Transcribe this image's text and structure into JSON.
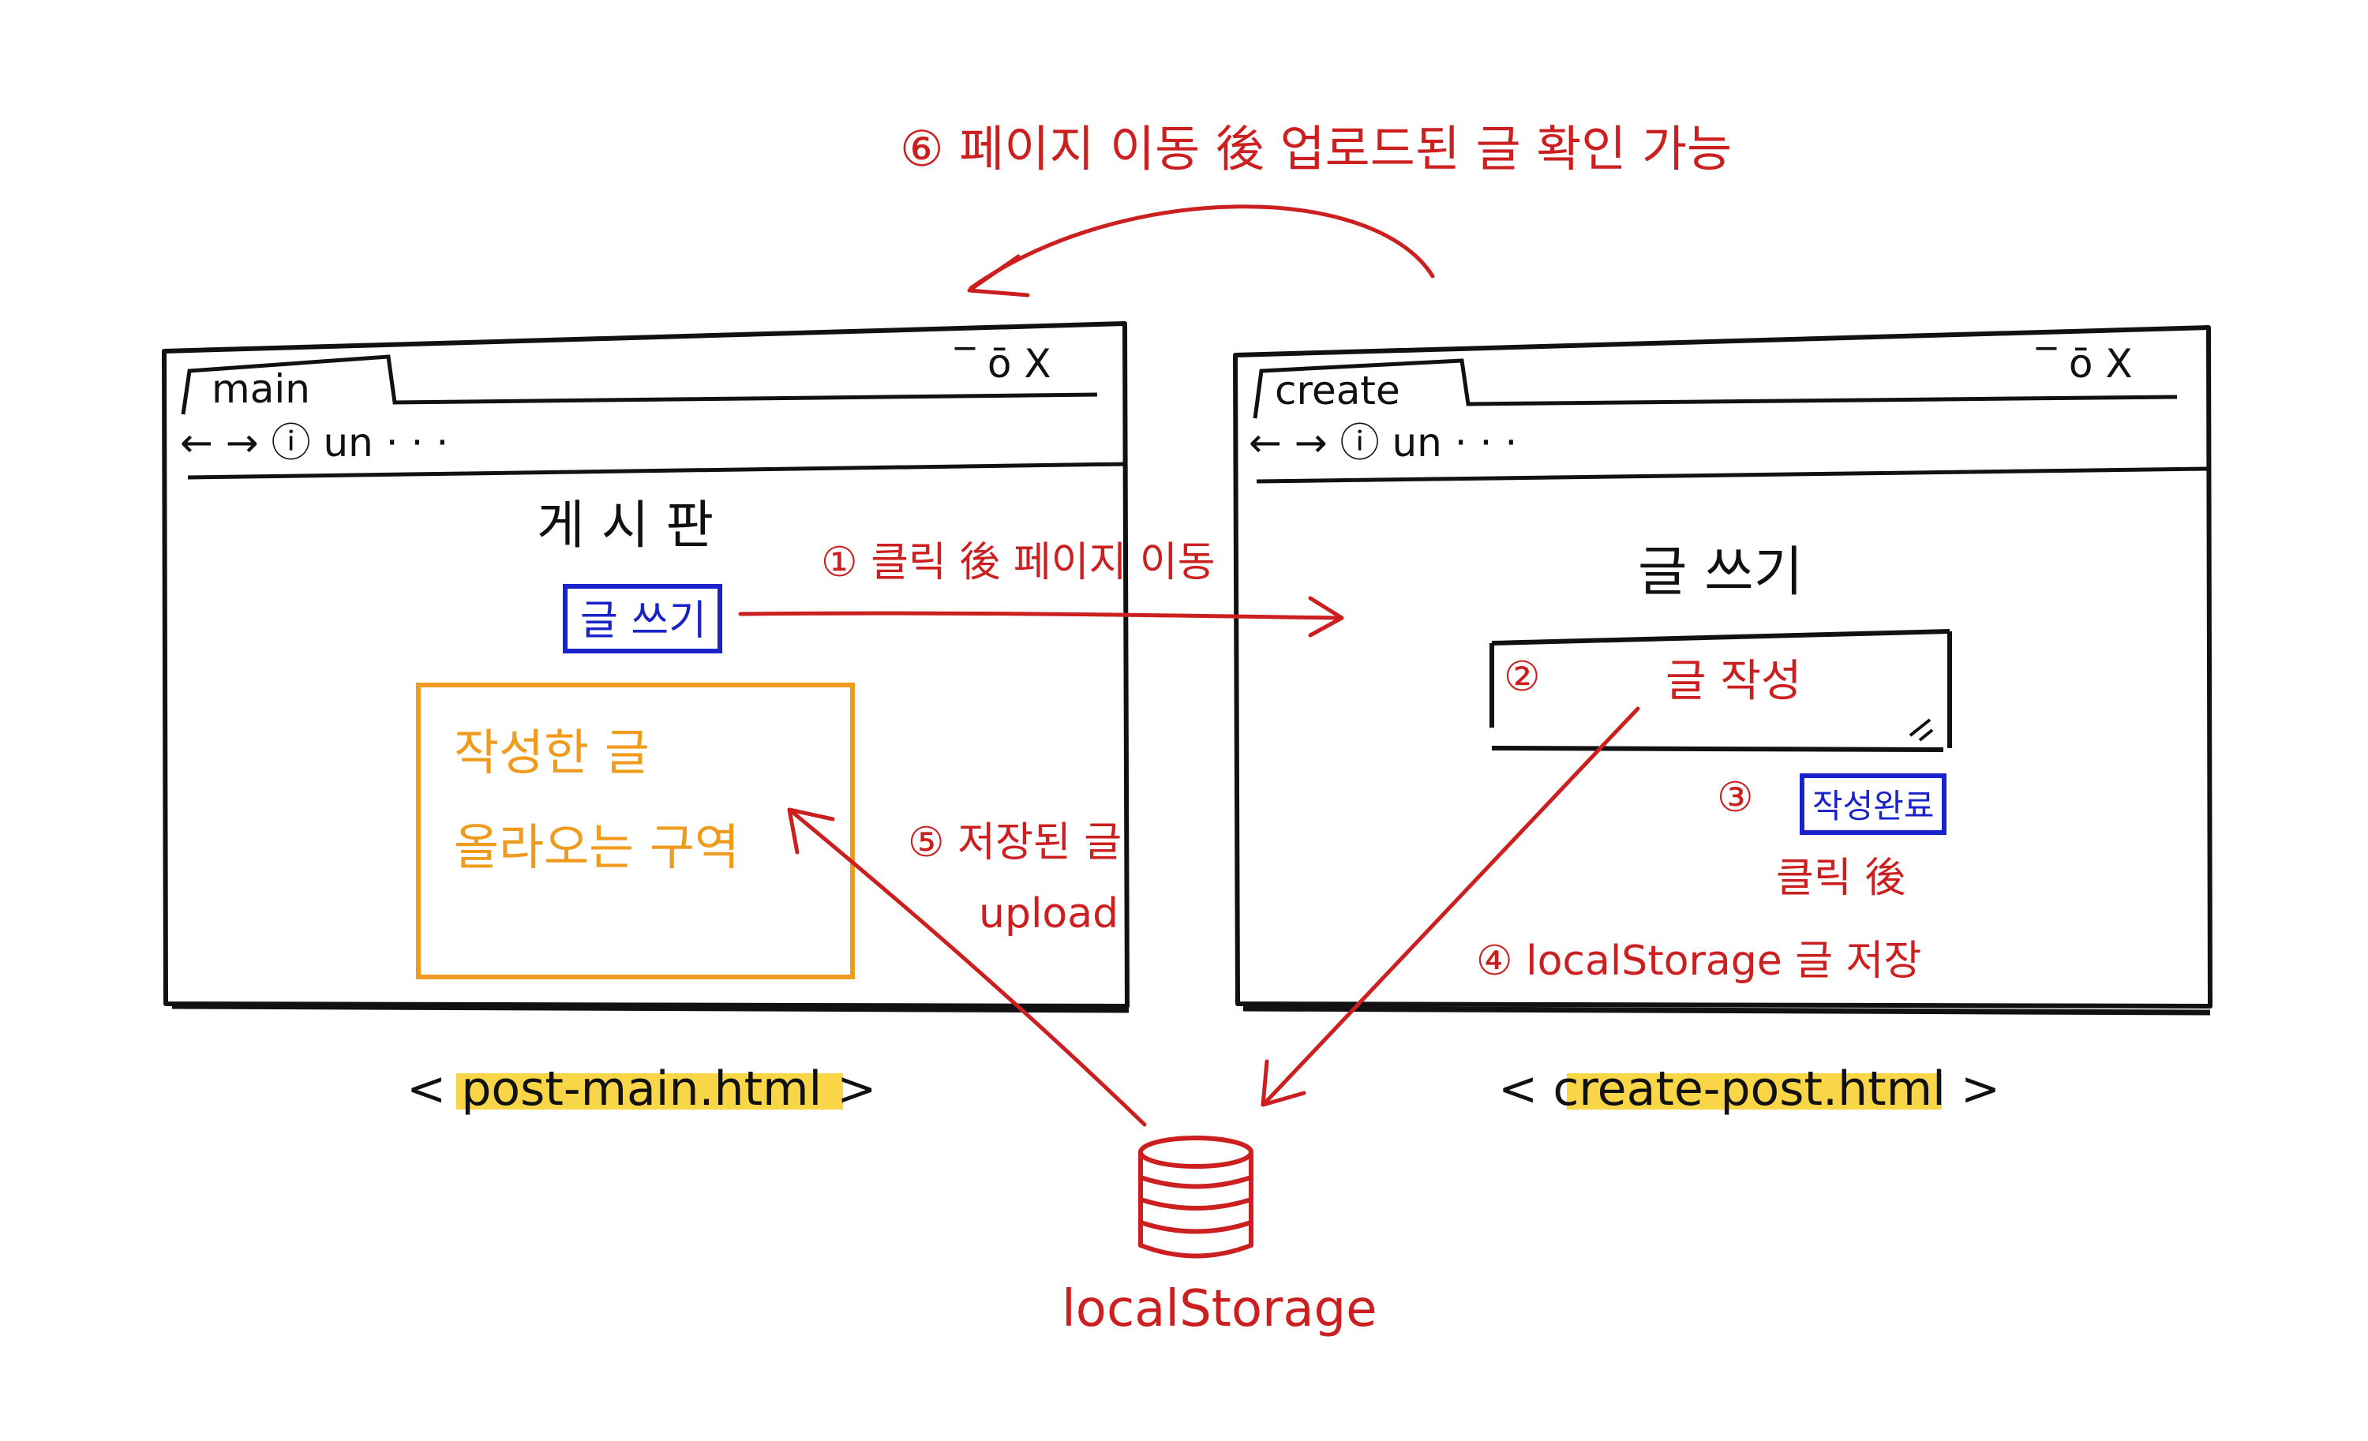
{
  "colors": {
    "ink": "#111111",
    "red": "#cc1f1f",
    "blue": "#1a23c9",
    "orange": "#ef9b1e",
    "highlight": "#f9d648"
  },
  "top_note": "⑥ 페이지 이동 後 업로드된 글 확인 가능",
  "left_window": {
    "tab": "main",
    "address": "← →  ⓘ un · · ·",
    "controls": "‾  ō  X",
    "title": "게 시 판",
    "write_button": "글 쓰기",
    "posts_area": [
      "작성한 글",
      "올라오는 구역"
    ],
    "filename": "< post-main.html >"
  },
  "right_window": {
    "tab": "create",
    "address": "← →  ⓘ un · · ·",
    "controls": "‾  ō  X",
    "title": "글 쓰기",
    "textarea_marker": "②",
    "textarea_text": "글 작성",
    "done_marker": "③",
    "done_button": "작성완료",
    "done_caption": "클릭 後",
    "filename": "< create-post.html >"
  },
  "step1": "① 클릭 後 페이지 이동",
  "step4": "④ localStorage 글 저장",
  "step5": [
    "⑤ 저장된 글",
    "upload"
  ],
  "storage_label": "localStorage"
}
